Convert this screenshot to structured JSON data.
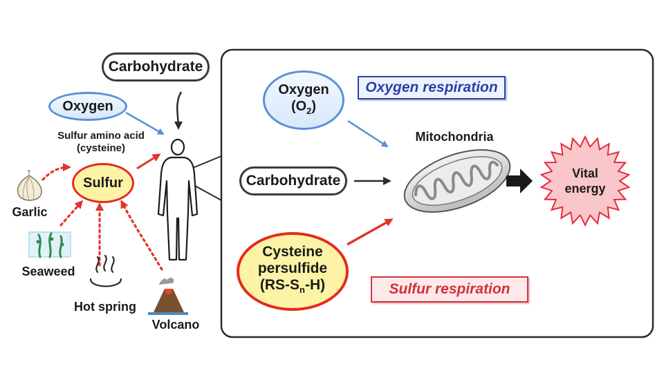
{
  "left": {
    "carbohydrate": "Carbohydrate",
    "oxygen": "Oxygen",
    "sulfur_amino_acid_line1": "Sulfur amino acid",
    "sulfur_amino_acid_line2": "(cysteine)",
    "sulfur": "Sulfur",
    "sources": {
      "garlic": "Garlic",
      "seaweed": "Seaweed",
      "hot_spring": "Hot spring",
      "volcano": "Volcano"
    }
  },
  "panel": {
    "oxygen_line1": "Oxygen",
    "oxygen_formula_prefix": "(O",
    "oxygen_formula_sub": "2",
    "oxygen_formula_suffix": ")",
    "oxygen_respiration": "Oxygen respiration",
    "mitochondria": "Mitochondria",
    "carbohydrate": "Carbohydrate",
    "vital_line1": "Vital",
    "vital_line2": "energy",
    "persulfide_line1": "Cysteine",
    "persulfide_line2": "persulfide",
    "persulfide_formula_prefix": "(RS-S",
    "persulfide_formula_sub": "n",
    "persulfide_formula_suffix": "-H)",
    "sulfur_respiration": "Sulfur respiration"
  },
  "colors": {
    "blue_arrow": "#5a8fd8",
    "red_arrow": "#e0352a",
    "dark_arrow": "#2b2b2b",
    "sulfur_fill": "#fdf3a6",
    "oxygen_fill": "#d8e8fb",
    "starburst_fill": "#f9c7c9",
    "starburst_stroke": "#e8283a"
  },
  "icons": {
    "human": "human-figure-icon",
    "garlic": "garlic-icon",
    "seaweed": "seaweed-icon",
    "hot_spring": "hot-spring-icon",
    "volcano": "volcano-icon",
    "mitochondria": "mitochondria-icon",
    "starburst": "starburst-icon"
  }
}
